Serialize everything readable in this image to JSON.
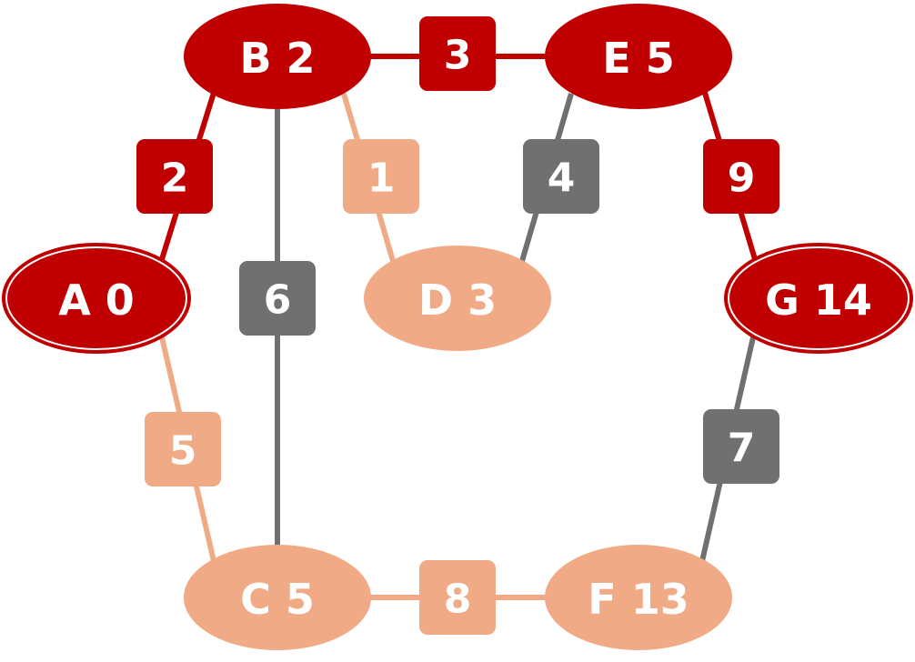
{
  "colors": {
    "path": "#c00000",
    "candidate": "#f0aa86",
    "unused": "#707070",
    "text": "#ffffff"
  },
  "nodes": [
    {
      "id": "A",
      "label": "A 0",
      "state": "path",
      "double_outline": true
    },
    {
      "id": "B",
      "label": "B 2",
      "state": "path"
    },
    {
      "id": "C",
      "label": "C 5",
      "state": "candidate"
    },
    {
      "id": "D",
      "label": "D 3",
      "state": "candidate"
    },
    {
      "id": "E",
      "label": "E 5",
      "state": "path"
    },
    {
      "id": "F",
      "label": "F 13",
      "state": "candidate"
    },
    {
      "id": "G",
      "label": "G 14",
      "state": "path",
      "double_outline": true
    }
  ],
  "edges": [
    {
      "from": "A",
      "to": "B",
      "weight": "2",
      "state": "path"
    },
    {
      "from": "B",
      "to": "E",
      "weight": "3",
      "state": "path"
    },
    {
      "from": "E",
      "to": "G",
      "weight": "9",
      "state": "path"
    },
    {
      "from": "B",
      "to": "D",
      "weight": "1",
      "state": "candidate"
    },
    {
      "from": "A",
      "to": "C",
      "weight": "5",
      "state": "candidate"
    },
    {
      "from": "C",
      "to": "F",
      "weight": "8",
      "state": "candidate"
    },
    {
      "from": "B",
      "to": "C",
      "weight": "6",
      "state": "unused"
    },
    {
      "from": "E",
      "to": "D",
      "weight": "4",
      "state": "unused"
    },
    {
      "from": "G",
      "to": "F",
      "weight": "7",
      "state": "unused"
    }
  ]
}
